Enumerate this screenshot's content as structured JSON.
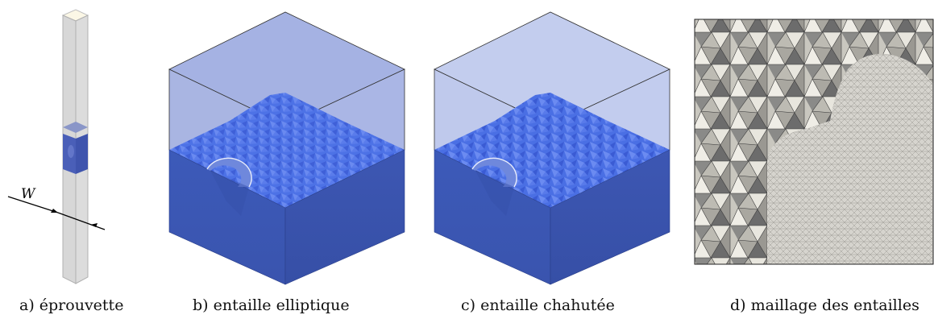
{
  "figure": {
    "panels": [
      {
        "caption": "a) éprouvette",
        "dimension_label": "W"
      },
      {
        "caption": "b) entaille elliptique"
      },
      {
        "caption": "c) entaille chahutée"
      },
      {
        "caption": "d) maillage des entailles"
      }
    ]
  },
  "colors": {
    "specimen_fill": "#d9d9d9",
    "specimen_edge": "#9a9a9a",
    "block_top": "#3a5cd0",
    "block_side": "#3a56b8",
    "transparent_box": "#a9b6e6",
    "mesh_fine": "#d4d2cc",
    "mesh_coarse_dark": "#6e6e6e",
    "mesh_coarse_light": "#e6e4dc"
  }
}
